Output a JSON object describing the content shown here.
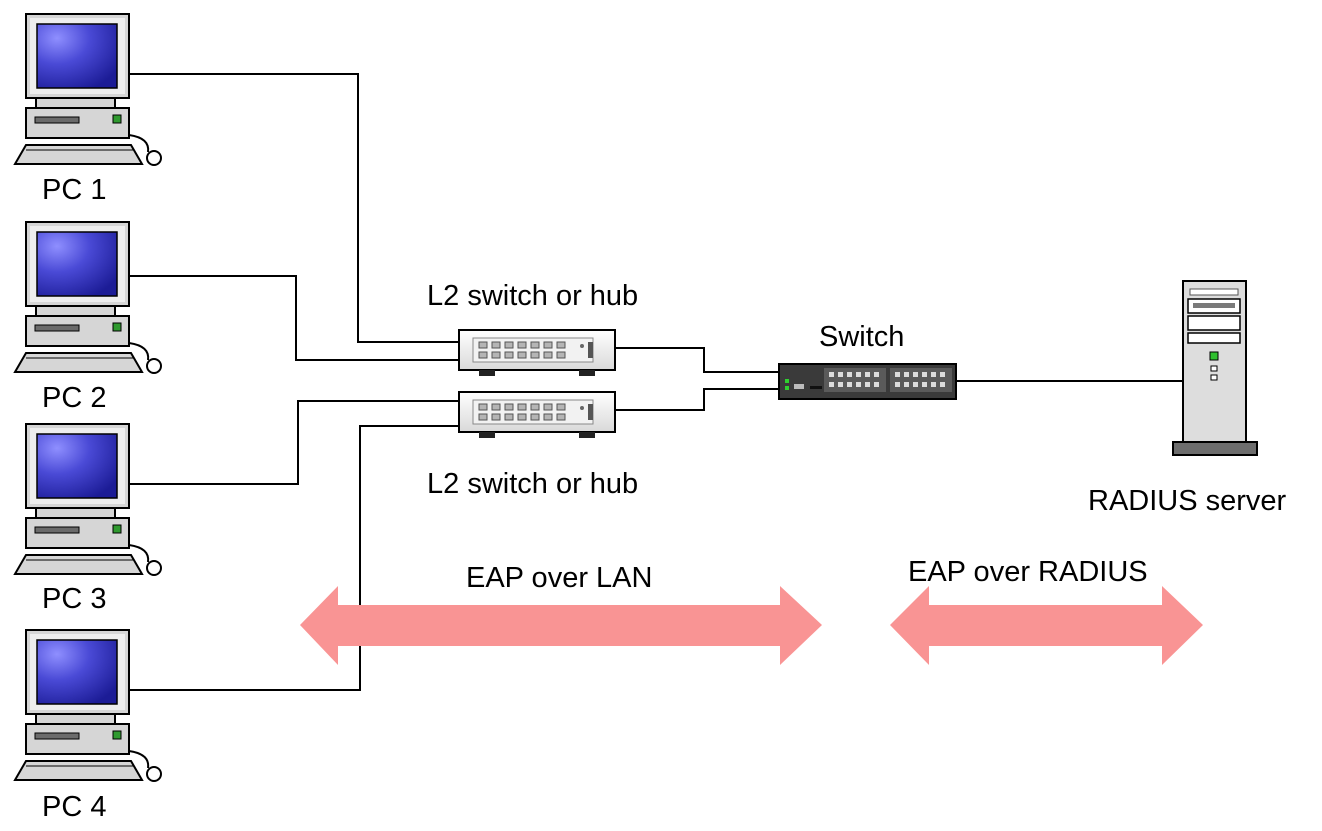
{
  "diagram": {
    "pcs": [
      {
        "label": "PC 1"
      },
      {
        "label": "PC 2"
      },
      {
        "label": "PC 3"
      },
      {
        "label": "PC 4"
      }
    ],
    "l2_switch_top_label": "L2 switch or hub",
    "l2_switch_bottom_label": "L2 switch or hub",
    "switch_label": "Switch",
    "radius_label": "RADIUS server",
    "eap_lan_label": "EAP over LAN",
    "eap_radius_label": "EAP over RADIUS",
    "colors": {
      "arrow": "#f99494",
      "screen": "#2a2aa8",
      "line": "#000000"
    }
  }
}
